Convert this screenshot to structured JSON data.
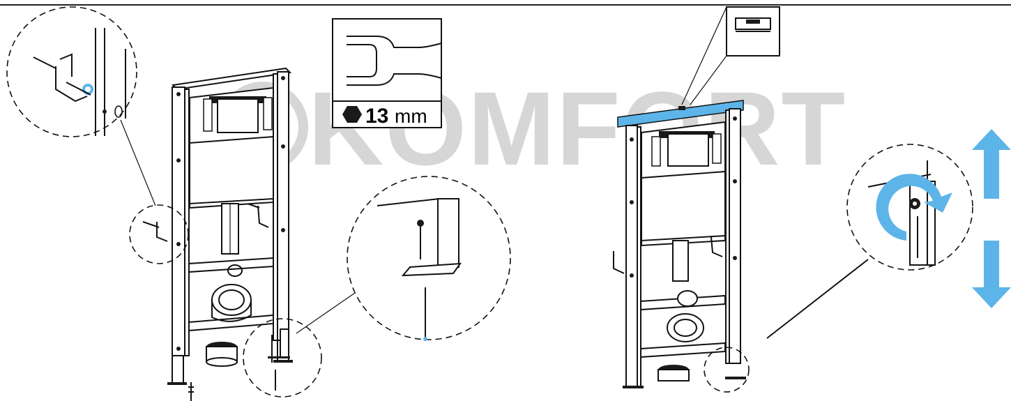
{
  "watermark": {
    "brand": "KOMFORT"
  },
  "tool_spec": {
    "size": "13",
    "unit": "mm",
    "tool_icon": "open-end-wrench-icon",
    "shape_icon": "hexagon-icon"
  },
  "colors": {
    "accent_blue": "#5db4e8",
    "line": "#111111",
    "watermark": "#d6d6d6"
  }
}
